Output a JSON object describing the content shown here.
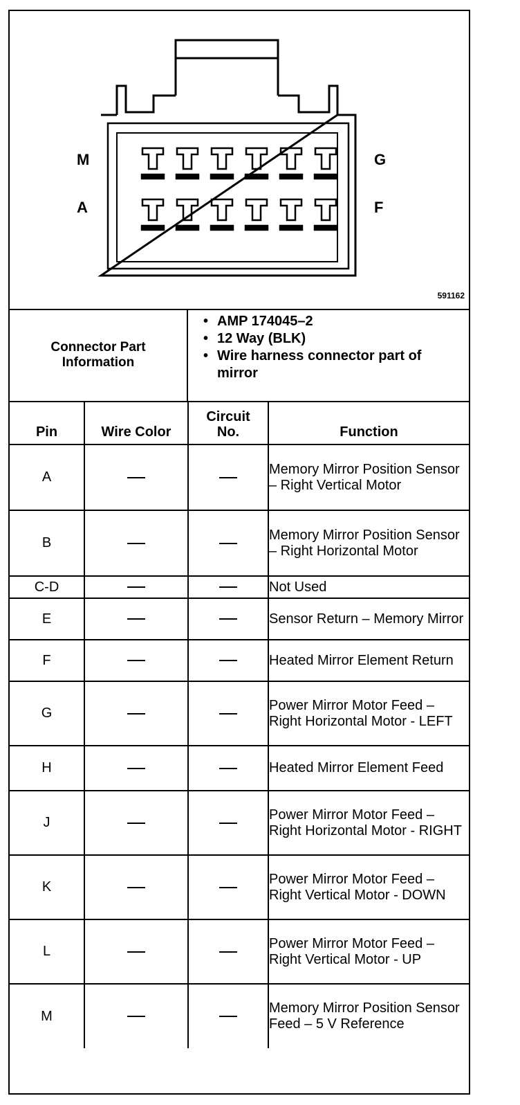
{
  "diagram": {
    "row_labels": {
      "top_left": "M",
      "top_right": "G",
      "bottom_left": "A",
      "bottom_right": "F"
    },
    "figure_id": "591162"
  },
  "connector_info": {
    "label": "Connector Part Information",
    "items": [
      "AMP 174045–2",
      "12 Way (BLK)",
      "Wire harness connector part of mirror"
    ]
  },
  "table": {
    "headers": {
      "pin": "Pin",
      "wire_color": "Wire Color",
      "circuit": "Circuit No.",
      "function": "Function"
    },
    "rows": [
      {
        "pin": "A",
        "wire_color": "—",
        "circuit": "—",
        "function": "Memory Mirror Position Sensor – Right Vertical Motor"
      },
      {
        "pin": "B",
        "wire_color": "—",
        "circuit": "—",
        "function": "Memory Mirror Position Sensor – Right Horizontal Motor"
      },
      {
        "pin": "C-D",
        "wire_color": "—",
        "circuit": "—",
        "function": "Not Used"
      },
      {
        "pin": "E",
        "wire_color": "—",
        "circuit": "—",
        "function": "Sensor Return – Memory Mirror"
      },
      {
        "pin": "F",
        "wire_color": "—",
        "circuit": "—",
        "function": "Heated Mirror Element Return"
      },
      {
        "pin": "G",
        "wire_color": "—",
        "circuit": "—",
        "function": "Power Mirror Motor Feed – Right Horizontal Motor - LEFT"
      },
      {
        "pin": "H",
        "wire_color": "—",
        "circuit": "—",
        "function": "Heated Mirror Element Feed"
      },
      {
        "pin": "J",
        "wire_color": "—",
        "circuit": "—",
        "function": "Power Mirror Motor Feed – Right Horizontal Motor - RIGHT"
      },
      {
        "pin": "K",
        "wire_color": "—",
        "circuit": "—",
        "function": "Power Mirror Motor Feed – Right Vertical Motor - DOWN"
      },
      {
        "pin": "L",
        "wire_color": "—",
        "circuit": "—",
        "function": "Power Mirror Motor Feed – Right Vertical Motor - UP"
      },
      {
        "pin": "M",
        "wire_color": "—",
        "circuit": "—",
        "function": "Memory Mirror Position Sensor Feed – 5 V Reference"
      }
    ]
  }
}
